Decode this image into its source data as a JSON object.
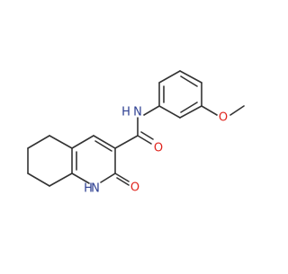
{
  "molecule": {
    "atom_labels": {
      "amide_nh": "N",
      "amide_nh_h": "H",
      "amide_o": "O",
      "ether_o": "O",
      "ring_nh_h": "H",
      "ring_nh_n": "N",
      "ring_o": "O"
    },
    "colors": {
      "bond": "#333333",
      "nitrogen": "#2c3e91",
      "oxygen": "#e0231c",
      "background": "#ffffff"
    }
  }
}
